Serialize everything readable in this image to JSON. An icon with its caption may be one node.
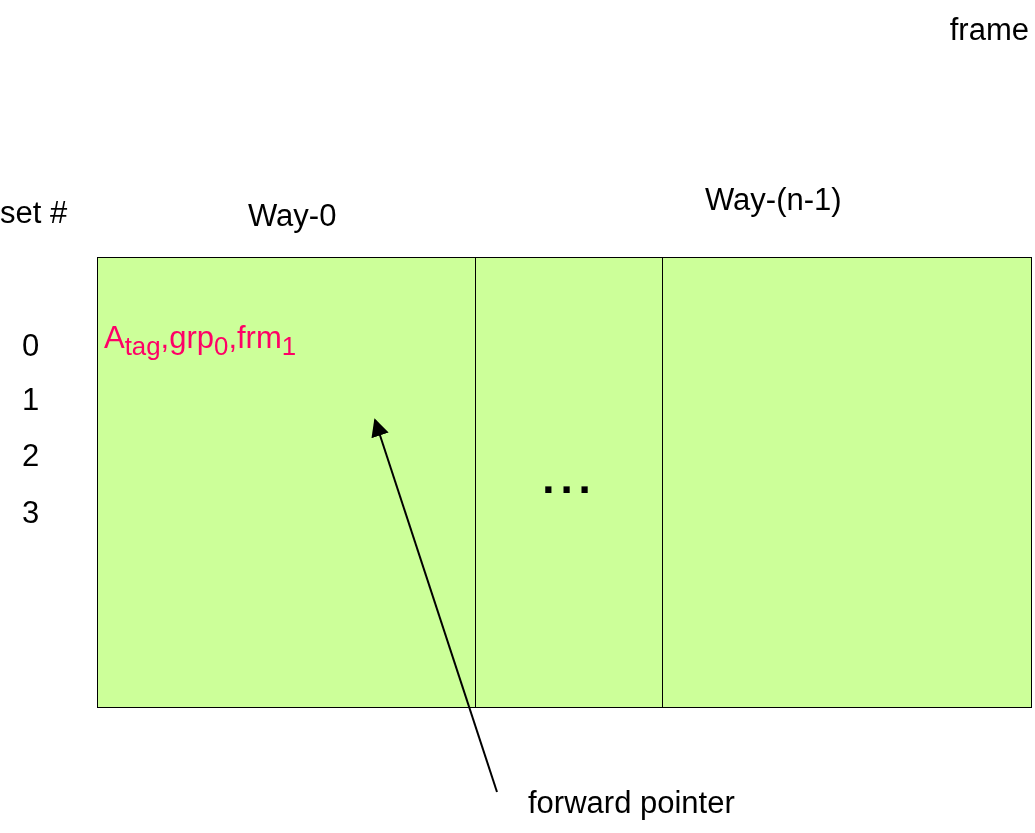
{
  "diagram": {
    "nodes": [
      {
        "text": [
          "Way-0",
          "A$_{tag}$,grp$_{0}$,frm$_{1}$"
        ]
      },
      {
        "text": [
          "..."
        ]
      },
      {
        "text": [
          "Way-(n-1)"
        ]
      },
      {
        "text": [
          "forward pointer"
        ]
      }
    ],
    "edges": [
      {
        "from": 3,
        "to": 0,
        "arrow": "to"
      }
    ],
    "labels": [
      "frame",
      "set #",
      "0",
      "1",
      "2",
      "3"
    ]
  }
}
